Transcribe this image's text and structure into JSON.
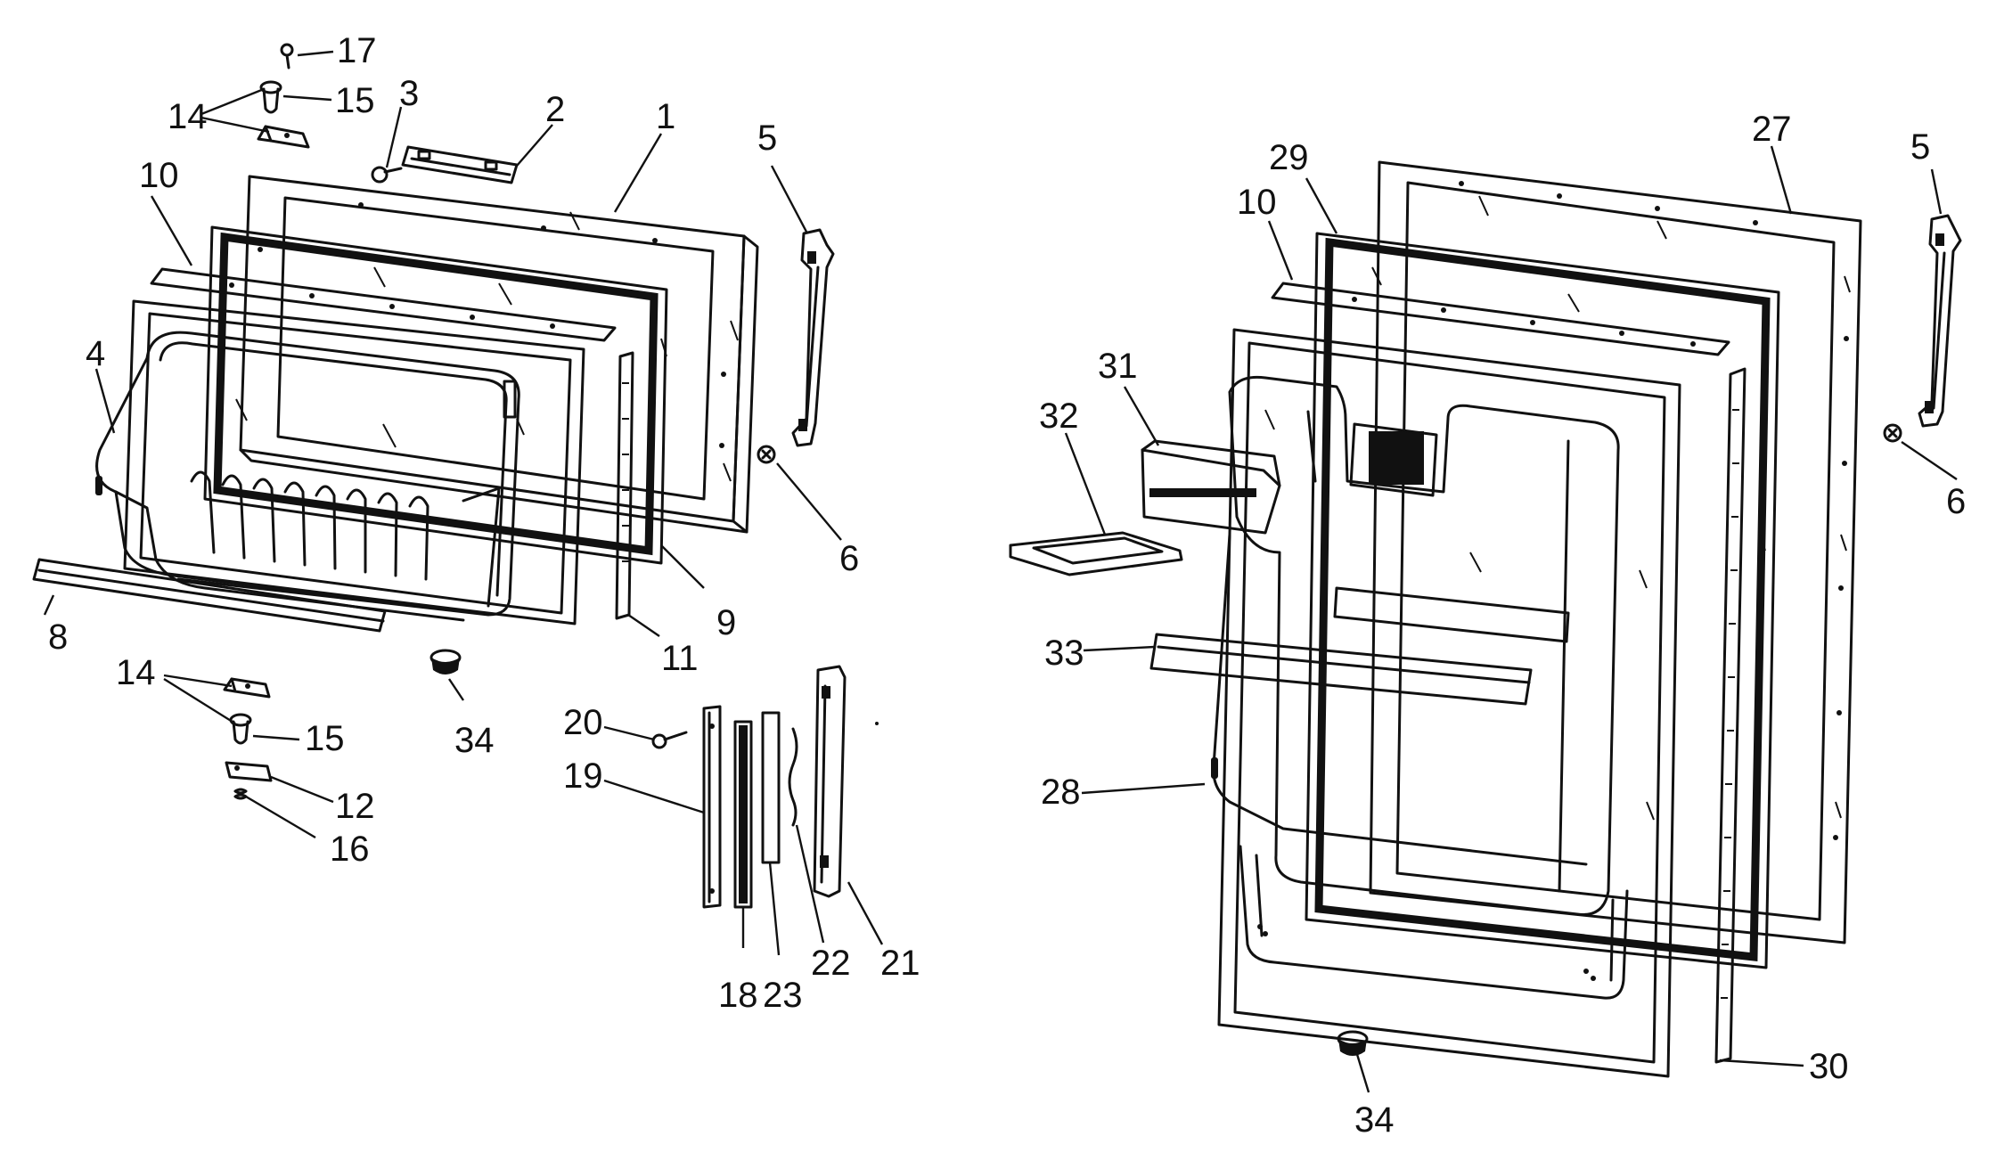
{
  "callouts": [
    {
      "id": "c17a",
      "text": "17"
    },
    {
      "id": "c15a",
      "text": "15"
    },
    {
      "id": "c14a",
      "text": "14"
    },
    {
      "id": "c3",
      "text": "3"
    },
    {
      "id": "c2",
      "text": "2"
    },
    {
      "id": "c1",
      "text": "1"
    },
    {
      "id": "c5a",
      "text": "5"
    },
    {
      "id": "c10a",
      "text": "10"
    },
    {
      "id": "c4",
      "text": "4"
    },
    {
      "id": "c6a",
      "text": "6"
    },
    {
      "id": "c9",
      "text": "9"
    },
    {
      "id": "c11",
      "text": "11"
    },
    {
      "id": "c8",
      "text": "8"
    },
    {
      "id": "c34a",
      "text": "34"
    },
    {
      "id": "c14b",
      "text": "14"
    },
    {
      "id": "c15b",
      "text": "15"
    },
    {
      "id": "c12",
      "text": "12"
    },
    {
      "id": "c16",
      "text": "16"
    },
    {
      "id": "c20",
      "text": "20"
    },
    {
      "id": "c19",
      "text": "19"
    },
    {
      "id": "c18",
      "text": "18"
    },
    {
      "id": "c23",
      "text": "23"
    },
    {
      "id": "c22",
      "text": "22"
    },
    {
      "id": "c21",
      "text": "21"
    },
    {
      "id": "c27",
      "text": "27"
    },
    {
      "id": "c29",
      "text": "29"
    },
    {
      "id": "c10b",
      "text": "10"
    },
    {
      "id": "c5b",
      "text": "5"
    },
    {
      "id": "c31",
      "text": "31"
    },
    {
      "id": "c32",
      "text": "32"
    },
    {
      "id": "c6b",
      "text": "6"
    },
    {
      "id": "c33",
      "text": "33"
    },
    {
      "id": "c28",
      "text": "28"
    },
    {
      "id": "c30",
      "text": "30"
    },
    {
      "id": "c34b",
      "text": "34"
    }
  ]
}
